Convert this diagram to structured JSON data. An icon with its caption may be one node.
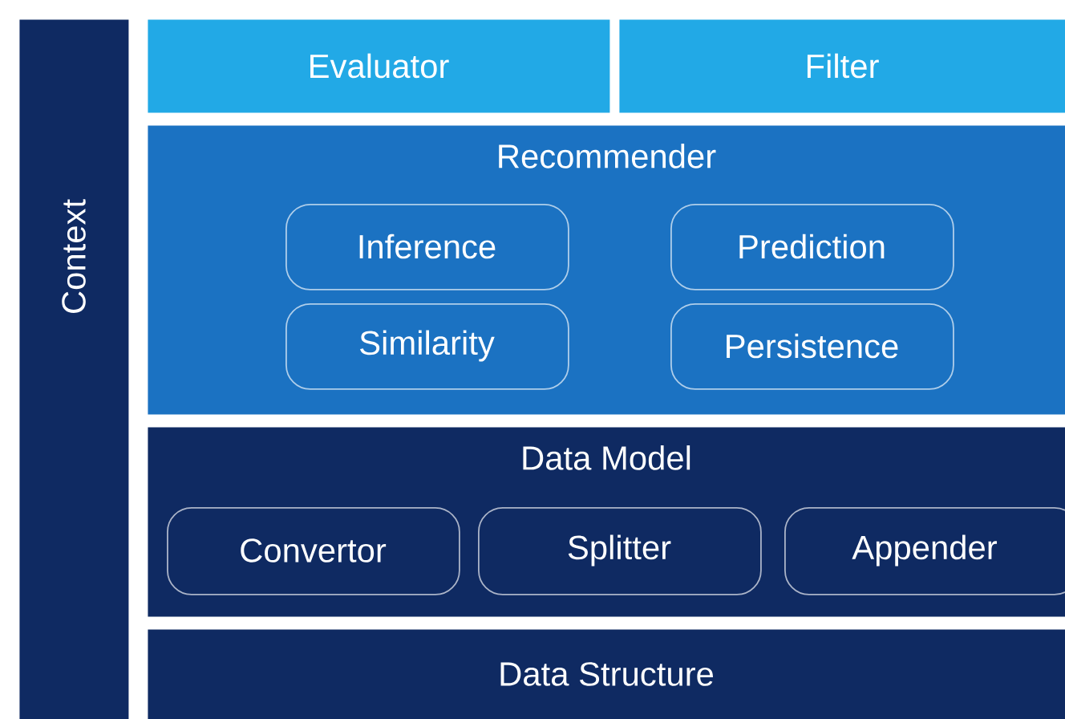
{
  "diagram": {
    "nodes": [
      {
        "text": [
          "Context"
        ]
      },
      {
        "text": [
          "Evaluator"
        ]
      },
      {
        "text": [
          "Filter"
        ]
      },
      {
        "text": [
          "Recommender"
        ]
      },
      {
        "text": [
          "Inference"
        ],
        "in": 3
      },
      {
        "text": [
          "Prediction"
        ],
        "in": 3
      },
      {
        "text": [
          "Similarity"
        ],
        "in": 3
      },
      {
        "text": [
          "Persistence"
        ],
        "in": 3
      },
      {
        "text": [
          "Data Model"
        ]
      },
      {
        "text": [
          "Convertor"
        ],
        "in": 8
      },
      {
        "text": [
          "Splitter"
        ],
        "in": 8
      },
      {
        "text": [
          "Appender"
        ],
        "in": 8
      },
      {
        "text": [
          "Data Structure"
        ]
      }
    ]
  }
}
